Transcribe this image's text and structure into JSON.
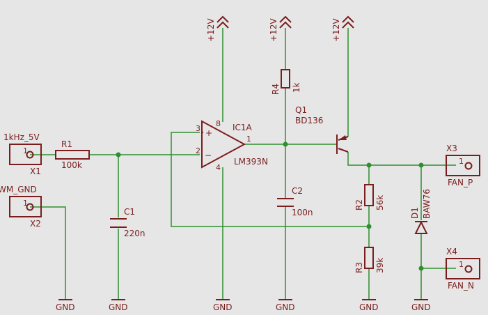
{
  "power": {
    "vcc_label": "+12V",
    "gnd_label": "GND"
  },
  "connectors": {
    "x1": {
      "name": "X1",
      "net": "1kHz_5V",
      "pin": "1"
    },
    "x2": {
      "name": "X2",
      "net": "WM_GND",
      "pin": "1"
    },
    "x3": {
      "name": "X3",
      "net": "FAN_P",
      "pin": "1"
    },
    "x4": {
      "name": "X4",
      "net": "FAN_N",
      "pin": "1"
    }
  },
  "components": {
    "r1": {
      "name": "R1",
      "value": "100k"
    },
    "c1": {
      "name": "C1",
      "value": "220n"
    },
    "ic1": {
      "name": "IC1A",
      "value": "LM393N",
      "pins": {
        "noninv": "3",
        "inv": "2",
        "out": "1",
        "vcc": "8",
        "gnd": "4"
      },
      "plus": "+",
      "minus": "−"
    },
    "r4": {
      "name": "R4",
      "value": "1k"
    },
    "c2": {
      "name": "C2",
      "value": "100n"
    },
    "q1": {
      "name": "Q1",
      "value": "BD136"
    },
    "r2": {
      "name": "R2",
      "value": "56k"
    },
    "r3": {
      "name": "R3",
      "value": "39k"
    },
    "d1": {
      "name": "D1",
      "value": "BAW76"
    }
  },
  "colors": {
    "wire": "#2f8f2f",
    "part": "#7a1d1d",
    "background": "#e6e6e6"
  }
}
